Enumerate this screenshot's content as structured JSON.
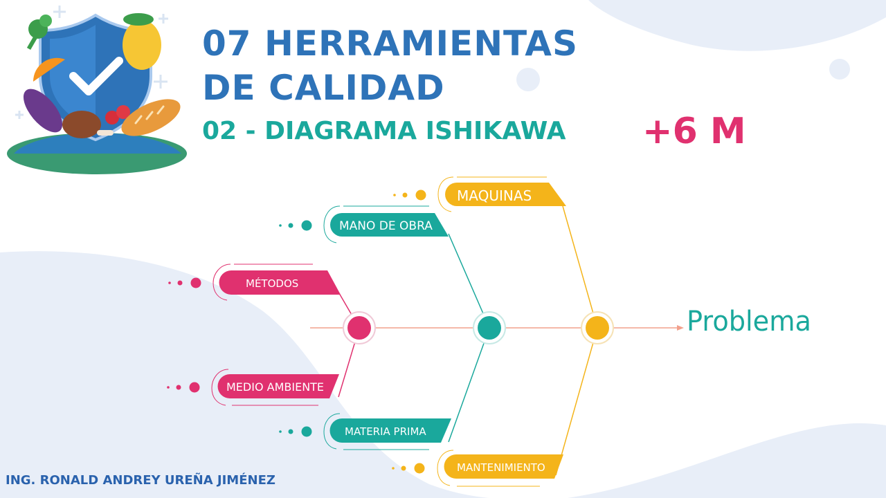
{
  "header": {
    "title_line1": "07 HERRAMIENTAS",
    "title_line2": "DE CALIDAD",
    "subtitle": "02 - DIAGRAMA ISHIKAWA",
    "badge": "+6 M"
  },
  "diagram": {
    "problem": "Problema",
    "causes": {
      "maquinas": "MAQUINAS",
      "mano_de_obra": "MANO DE OBRA",
      "metodos": "MÉTODOS",
      "medio_ambiente": "MEDIO AMBIENTE",
      "materia_prima": "MATERIA PRIMA",
      "mantenimiento": "MANTENIMIENTO"
    }
  },
  "footer": {
    "author": "ING. RONALD ANDREY UREÑA JIMÉNEZ"
  },
  "colors": {
    "pink": "#e0316f",
    "teal": "#1aa89c",
    "yellow": "#f4b41a",
    "blue": "#2e73b8",
    "wave": "#e8eef8"
  }
}
